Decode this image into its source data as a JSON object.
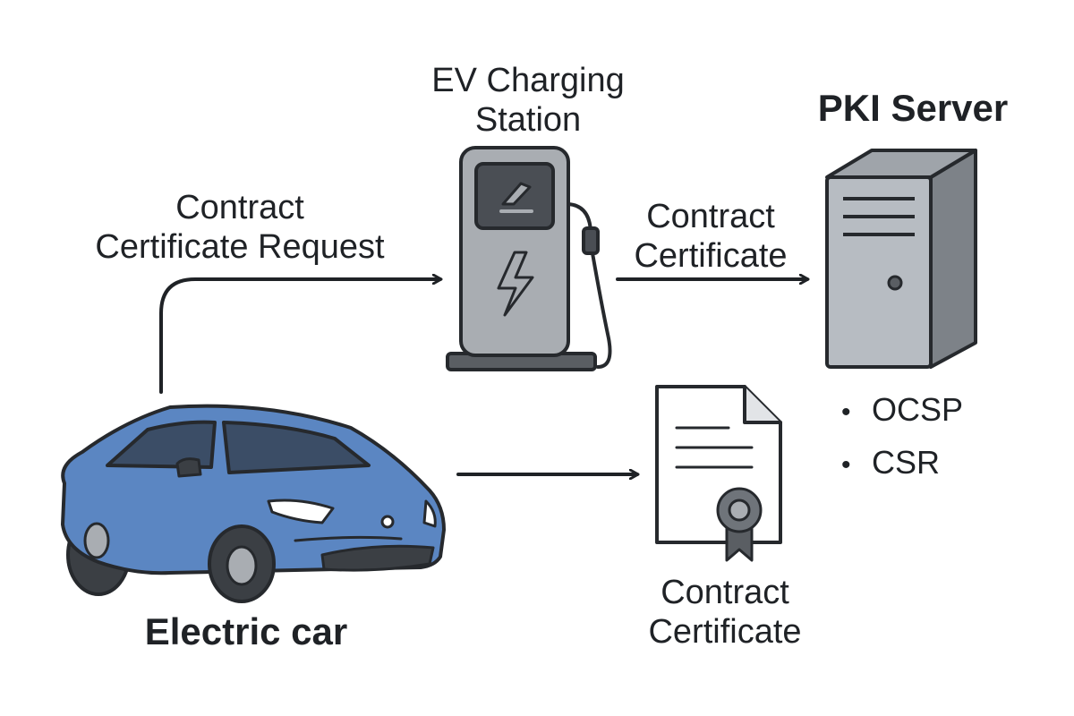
{
  "labels": {
    "station_line1": "EV Charging",
    "station_line2": "Station",
    "server": "PKI Server",
    "request_line1": "Contract",
    "request_line2": "Certificate Request",
    "cert_arrow_line1": "Contract",
    "cert_arrow_line2": "Certificate",
    "car": "Electric car",
    "doc_line1": "Contract",
    "doc_line2": "Certificate"
  },
  "server_items": [
    "OCSP",
    "CSR"
  ],
  "icons": {
    "car": "electric-car-icon",
    "station": "charging-station-icon",
    "server": "server-tower-icon",
    "certificate": "certificate-document-icon"
  },
  "colors": {
    "car_body": "#5b86c2",
    "outline": "#26292d",
    "station_body": "#a9adb2",
    "server_body": "#b7bcc2",
    "server_side": "#7d8288",
    "screen": "#4a4e54",
    "seal": "#6f747a"
  }
}
